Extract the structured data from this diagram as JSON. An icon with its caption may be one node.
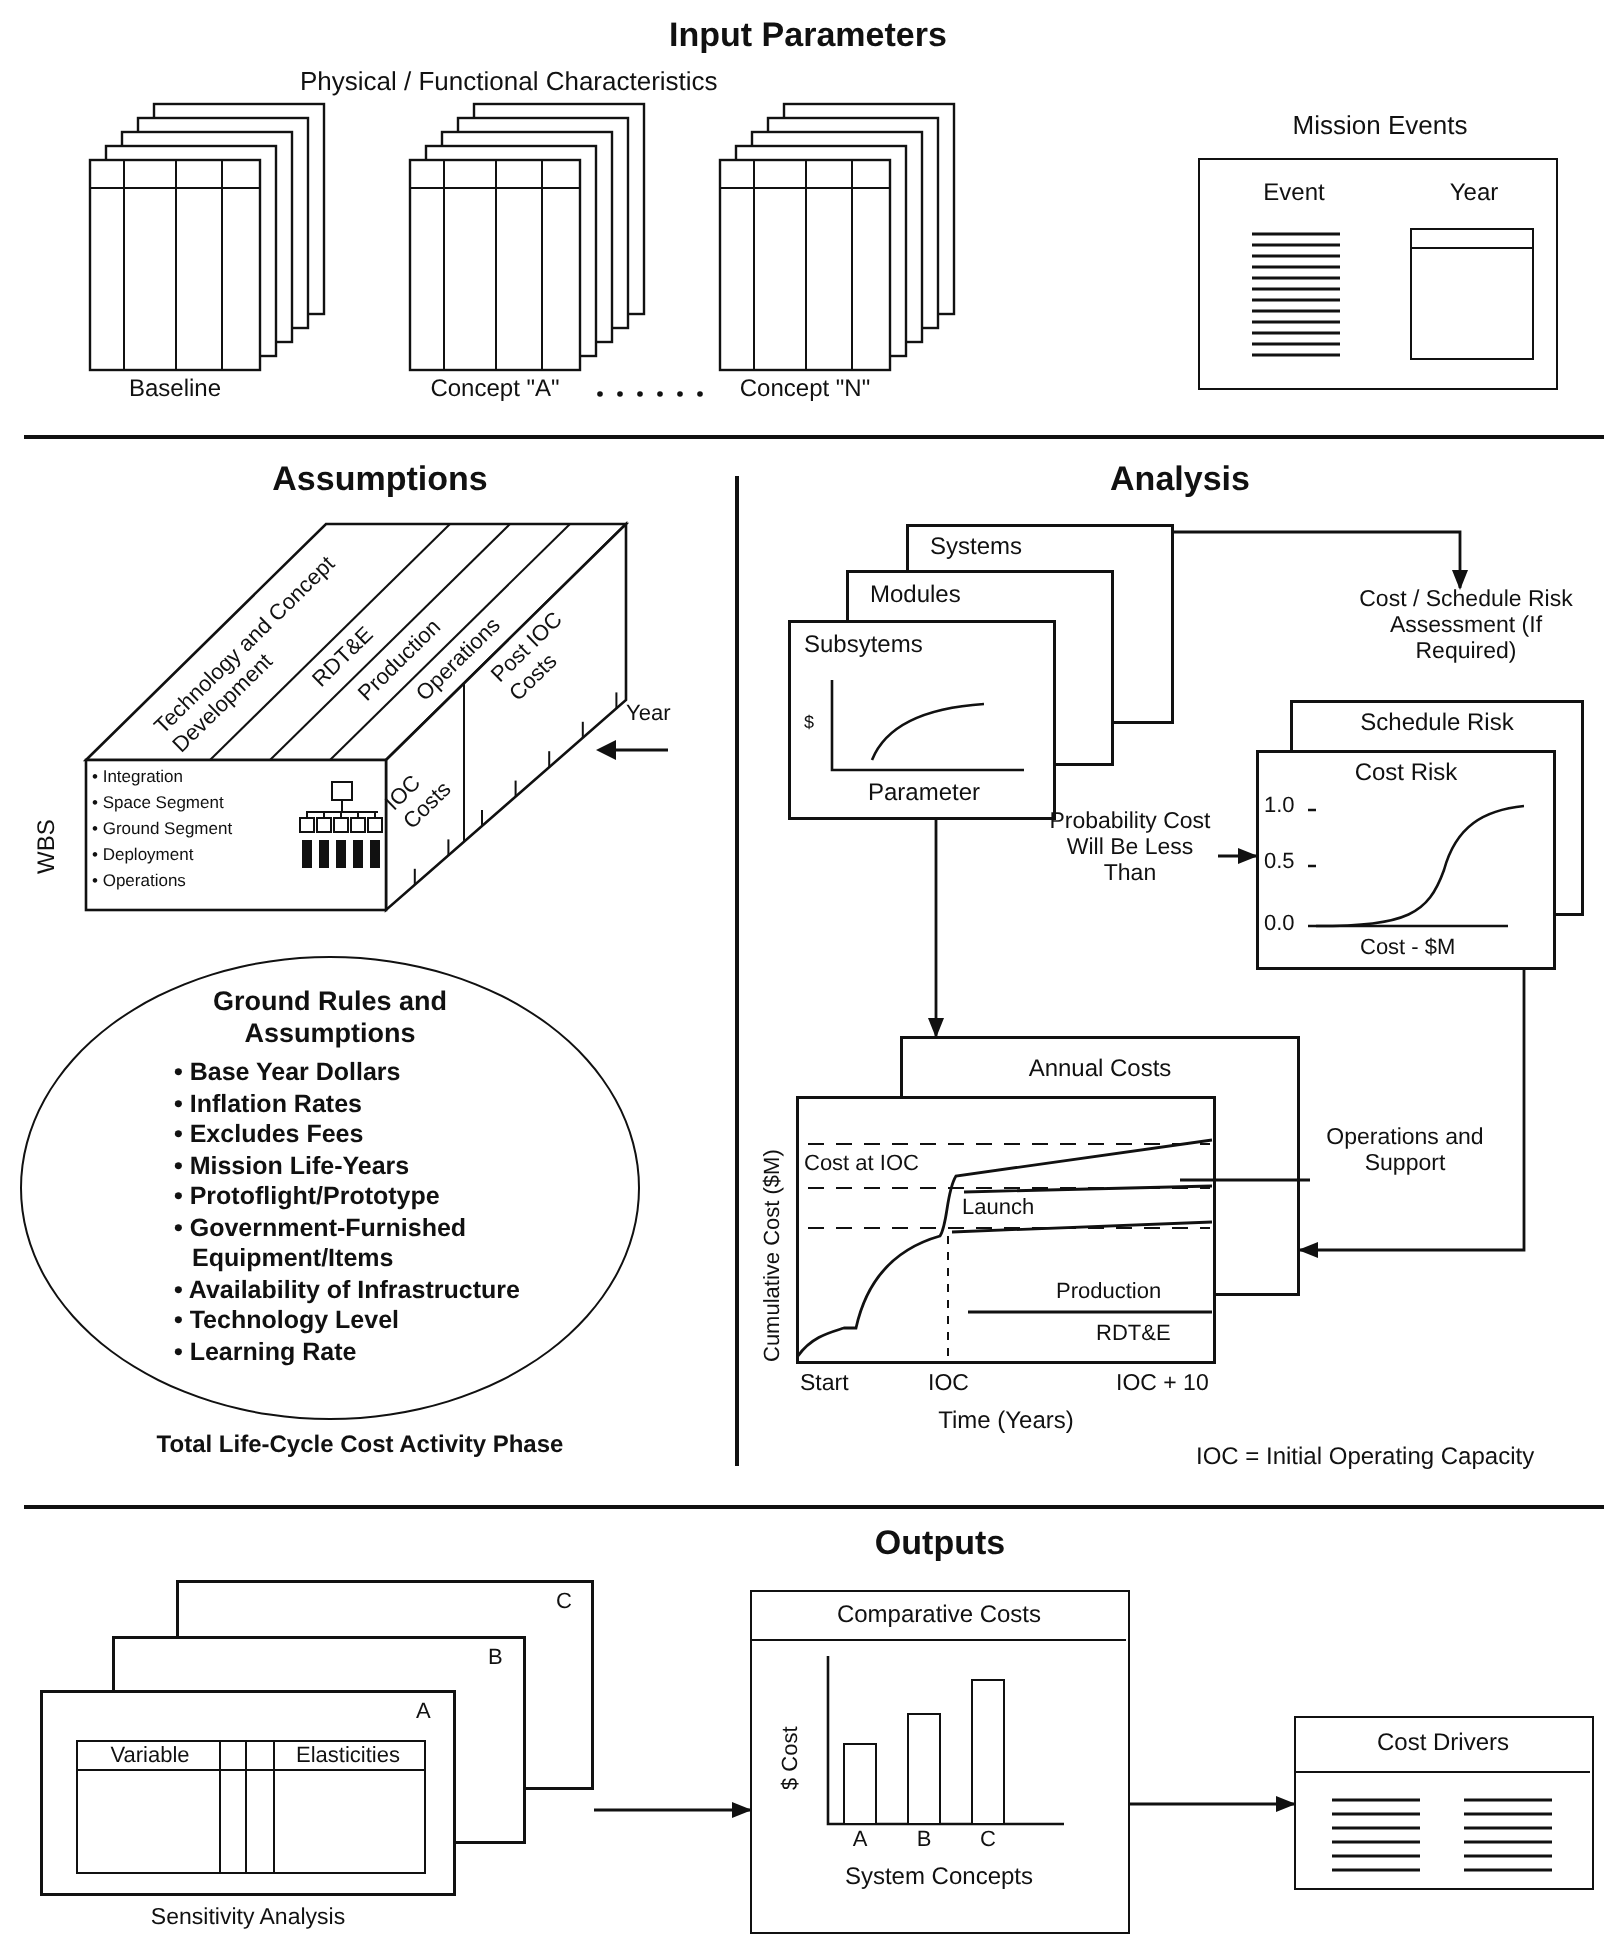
{
  "diagram": {
    "nodes": [
      {
        "text": [
          "Baseline"
        ]
      },
      {
        "text": [
          "Concept \"A\""
        ]
      },
      {
        "text": [
          "Concept \"N\""
        ]
      },
      {
        "text": [
          "Mission Events",
          "Event",
          "Year"
        ]
      },
      {
        "text": [
          "Technology and Concept Development",
          "RDT&E",
          "Production",
          "Operations",
          "Post IOC Costs",
          "IOC Costs",
          "Year",
          "WBS",
          "• Integration",
          "• Space Segment",
          "• Ground Segment",
          "• Deployment",
          "• Operations"
        ]
      },
      {
        "text": [
          "Ground Rules and Assumptions",
          "• Base Year Dollars",
          "• Inflation Rates",
          "• Excludes Fees",
          "• Mission Life-Years",
          "• Protoflight/Prototype",
          "• Government-Furnished Equipment/Items",
          "• Availability of Infrastructure",
          "• Technology Level",
          "• Learning Rate"
        ]
      },
      {
        "text": [
          "Systems",
          "Modules",
          "Subsytems",
          "$",
          "Parameter"
        ]
      },
      {
        "text": [
          "Cost / Schedule Risk Assessment (If Required)"
        ]
      },
      {
        "text": [
          "Schedule Risk",
          "Cost Risk",
          "1.0",
          "0.5",
          "0.0",
          "Cost - $M"
        ]
      },
      {
        "text": [
          "Probability Cost Will Be Less Than"
        ]
      },
      {
        "text": [
          "Annual Costs",
          "Cumulative Cost ($M)",
          "Cost at IOC",
          "Launch",
          "Production",
          "RDT&E",
          "Start",
          "IOC",
          "IOC + 10",
          "Time (Years)"
        ]
      },
      {
        "text": [
          "Operations and Support"
        ]
      },
      {
        "text": [
          "C",
          "B",
          "A",
          "Variable",
          "Elasticities"
        ],
        "beside": [
          "Sensitivity Analysis"
        ]
      },
      {
        "text": [
          "Comparative Costs",
          "$ Cost",
          "A",
          "B",
          "C",
          "System Concepts"
        ]
      },
      {
        "text": [
          "Cost Drivers"
        ]
      }
    ],
    "edges": [
      {
        "from": 6,
        "to": 7,
        "arrow": "to"
      },
      {
        "from": 9,
        "to": 8,
        "arrow": "to"
      },
      {
        "from": 6,
        "to": 10,
        "arrow": "to"
      },
      {
        "from": 8,
        "to": 10,
        "arrow": "to"
      },
      {
        "from": 11,
        "to": 10,
        "arrow": "none"
      },
      {
        "from": 12,
        "to": 13,
        "arrow": "to"
      },
      {
        "from": 13,
        "to": 14,
        "arrow": "to"
      }
    ],
    "labels": [
      "Input Parameters",
      "Physical / Functional Characteristics",
      "Assumptions",
      "Analysis",
      "Total Life-Cycle Cost Activity Phase",
      "IOC = Initial Operating Capacity",
      "Outputs"
    ]
  }
}
